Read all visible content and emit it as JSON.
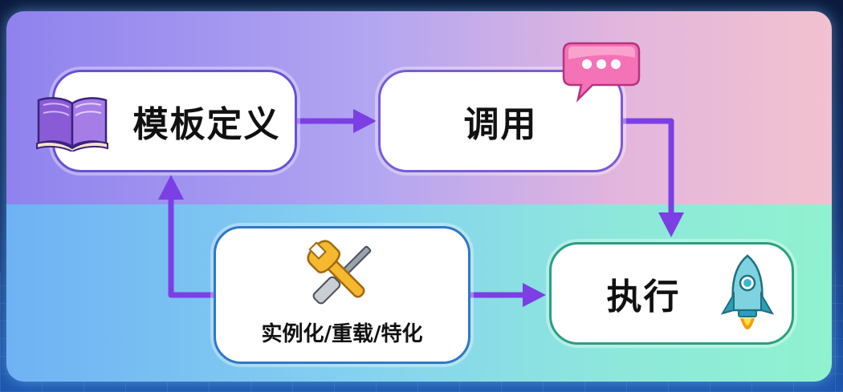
{
  "nodes": {
    "define": {
      "label": "模板定义",
      "icon": "book-icon"
    },
    "invoke": {
      "label": "调用",
      "icon": "chat-bubble-icon"
    },
    "instantiate": {
      "label": "实例化/重载/特化",
      "icon": "wrench-screwdriver-icon"
    },
    "execute": {
      "label": "执行",
      "icon": "rocket-icon"
    }
  },
  "edges": [
    {
      "from": "模板定义",
      "to": "调用"
    },
    {
      "from": "调用",
      "to": "执行"
    },
    {
      "from": "实例化/重载/特化",
      "to": "执行"
    },
    {
      "from": "实例化/重载/特化",
      "to": "模板定义"
    }
  ],
  "colors": {
    "arrow": "#7b3fe4",
    "top_band": "#b3a6f1",
    "bottom_band": "#86d3ef",
    "background": "#13306b"
  }
}
